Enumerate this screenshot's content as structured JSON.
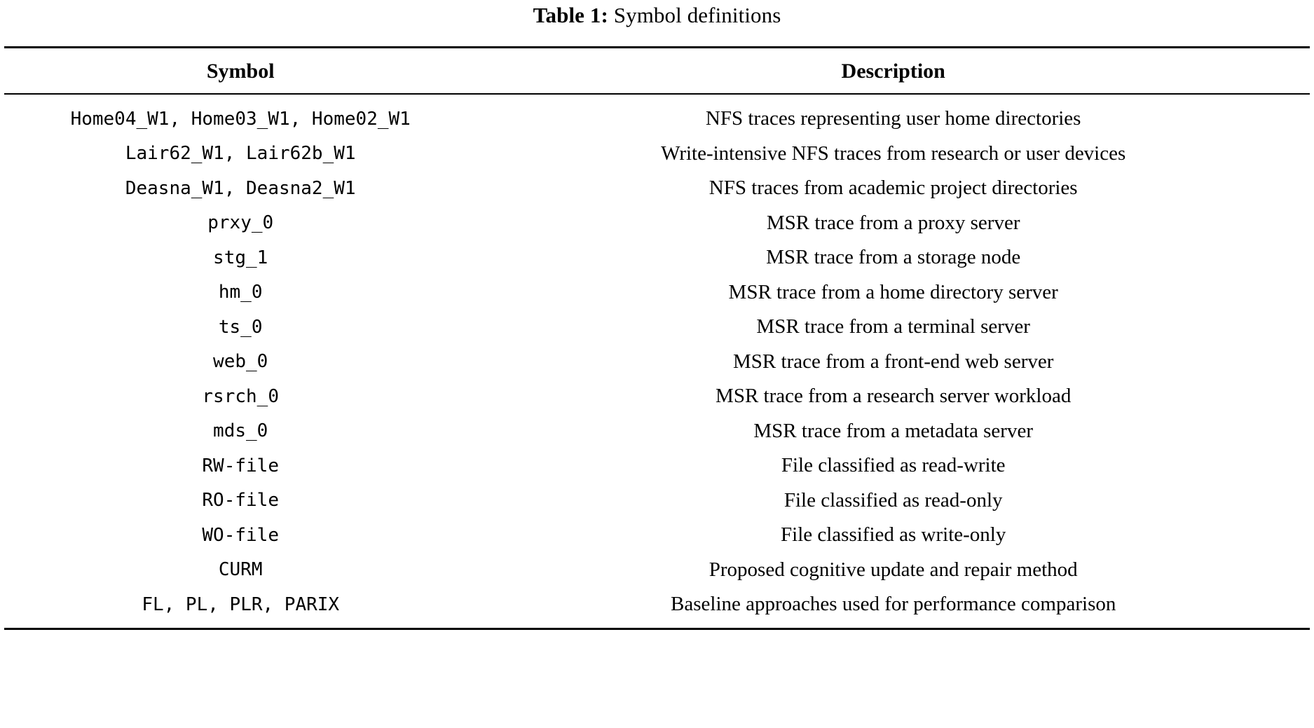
{
  "caption": {
    "label": "Table 1:",
    "text": "Symbol definitions"
  },
  "table": {
    "columns": [
      {
        "header": "Symbol"
      },
      {
        "header": "Description"
      }
    ],
    "rows": [
      {
        "symbol": "Home04_W1, Home03_W1, Home02_W1",
        "description": "NFS traces representing user home directories"
      },
      {
        "symbol": "Lair62_W1, Lair62b_W1",
        "description": "Write-intensive NFS traces from research or user devices"
      },
      {
        "symbol": "Deasna_W1, Deasna2_W1",
        "description": "NFS traces from academic project directories"
      },
      {
        "symbol": "prxy_0",
        "description": "MSR trace from a proxy server"
      },
      {
        "symbol": "stg_1",
        "description": "MSR trace from a storage node"
      },
      {
        "symbol": "hm_0",
        "description": "MSR trace from a home directory server"
      },
      {
        "symbol": "ts_0",
        "description": "MSR trace from a terminal server"
      },
      {
        "symbol": "web_0",
        "description": "MSR trace from a front-end web server"
      },
      {
        "symbol": "rsrch_0",
        "description": "MSR trace from a research server workload"
      },
      {
        "symbol": "mds_0",
        "description": "MSR trace from a metadata server"
      },
      {
        "symbol": "RW-file",
        "description": "File classified as read-write"
      },
      {
        "symbol": "RO-file",
        "description": "File classified as read-only"
      },
      {
        "symbol": "WO-file",
        "description": "File classified as write-only"
      },
      {
        "symbol": "CURM",
        "description": "Proposed cognitive update and repair method"
      },
      {
        "symbol": "FL, PL, PLR, PARIX",
        "description": "Baseline approaches used for performance comparison"
      }
    ]
  },
  "colors": {
    "text": "#000000",
    "background": "#ffffff",
    "rule": "#000000"
  }
}
